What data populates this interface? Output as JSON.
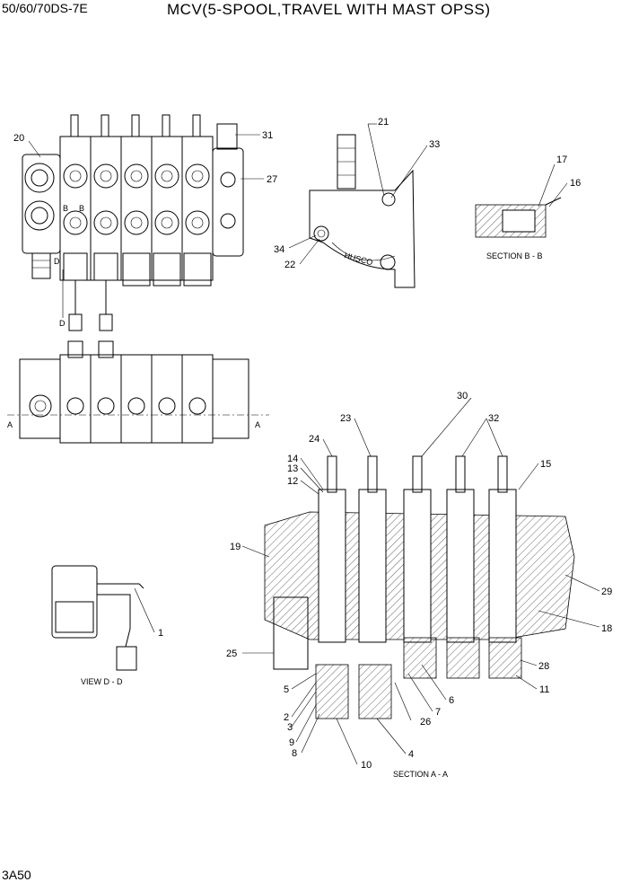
{
  "header": {
    "model": "50/60/70DS-7E",
    "title": "MCV(5-SPOOL,TRAVEL WITH MAST OPSS)"
  },
  "footer": {
    "page_code": "3A50"
  },
  "captions": {
    "section_bb": "SECTION B - B",
    "view_dd": "VIEW D - D",
    "section_aa": "SECTION A - A"
  },
  "section_marks": {
    "b_left": "B",
    "b_right": "B",
    "d_top": "D",
    "d_bottom": "D",
    "a_left": "A",
    "a_right": "A"
  },
  "callouts": {
    "c1": "1",
    "c2": "2",
    "c3": "3",
    "c4": "4",
    "c5": "5",
    "c6": "6",
    "c7": "7",
    "c8": "8",
    "c9": "9",
    "c10": "10",
    "c11": "11",
    "c12": "12",
    "c13": "13",
    "c14": "14",
    "c15": "15",
    "c16": "16",
    "c17": "17",
    "c18": "18",
    "c19": "19",
    "c20": "20",
    "c21": "21",
    "c22": "22",
    "c23": "23",
    "c24": "24",
    "c25": "25",
    "c26": "26",
    "c27": "27",
    "c28": "28",
    "c29": "29",
    "c30": "30",
    "c31": "31",
    "c32": "32",
    "c33": "33",
    "c34": "34"
  },
  "casting_mark": "HUSCO"
}
